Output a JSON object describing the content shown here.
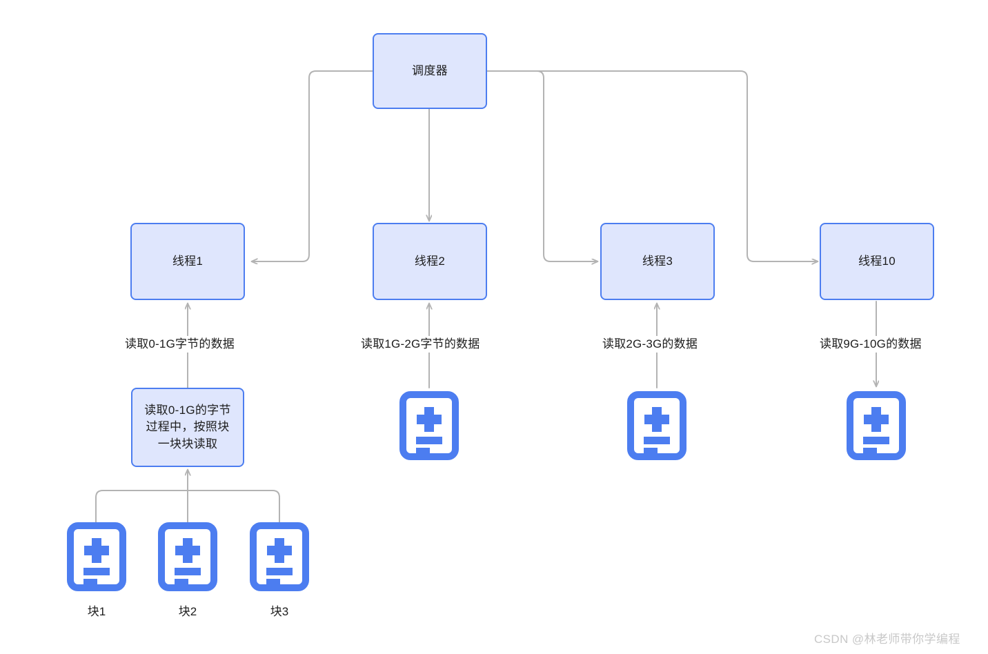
{
  "diagram": {
    "accent_border": "#4c7df0",
    "node_fill": "#dfe6fd",
    "wire_color": "#b3b3b3",
    "icon_color": "#4c7df0",
    "text_color": "#1d1d1d"
  },
  "nodes": {
    "scheduler": {
      "label": "调度器"
    },
    "thread1": {
      "label": "线程1"
    },
    "thread2": {
      "label": "线程2"
    },
    "thread3": {
      "label": "线程3"
    },
    "thread10": {
      "label": "线程10"
    },
    "chunk_note": {
      "label": "读取0-1G的字节\n过程中，按照块\n一块块读取"
    }
  },
  "edge_labels": {
    "t1": "读取0-1G字节的数据",
    "t2": "读取1G-2G字节的数据",
    "t3": "读取2G-3G的数据",
    "t10": "读取9G-10G的数据"
  },
  "file_icons": [
    {
      "name": "file-icon-thread2",
      "caption": ""
    },
    {
      "name": "file-icon-thread3",
      "caption": ""
    },
    {
      "name": "file-icon-thread10",
      "caption": ""
    }
  ],
  "blocks": [
    {
      "caption": "块1"
    },
    {
      "caption": "块2"
    },
    {
      "caption": "块3"
    }
  ],
  "watermark": {
    "text": "CSDN @林老师带你学编程"
  }
}
